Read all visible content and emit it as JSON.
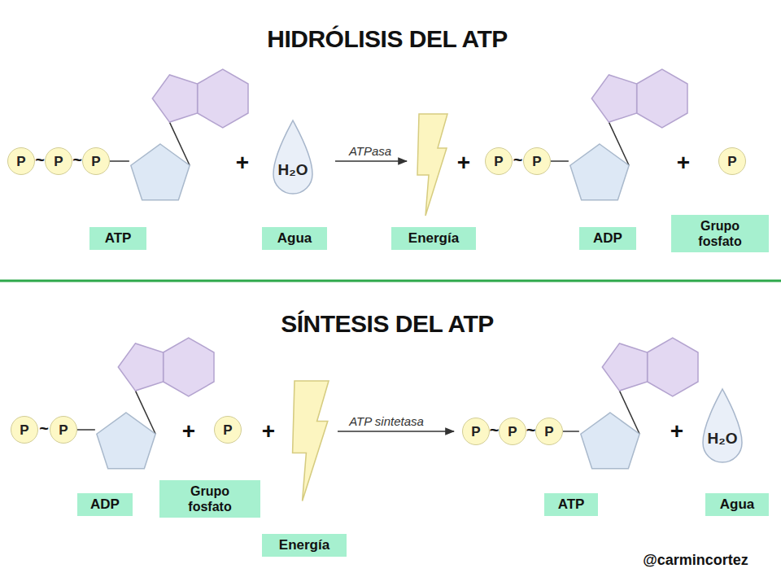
{
  "diagram": {
    "title": "HIDRÓLISIS DEL ATP",
    "nodes": [
      {
        "text": [
          "P"
        ]
      },
      {
        "text": [
          "P"
        ]
      },
      {
        "text": [
          "P"
        ]
      },
      {
        "text": [
          "H₂O"
        ]
      },
      {
        "text": [
          "P"
        ]
      },
      {
        "text": [
          "P"
        ]
      },
      {
        "text": [
          "P"
        ]
      },
      {
        "text": [
          "ATP"
        ]
      },
      {
        "text": [
          "Agua"
        ]
      },
      {
        "text": [
          "Energía"
        ]
      },
      {
        "text": [
          "ADP"
        ]
      },
      {
        "text": [
          "Grupo fosfato"
        ]
      },
      {
        "text": [
          "P"
        ]
      },
      {
        "text": [
          "P"
        ]
      },
      {
        "text": [
          "P"
        ]
      },
      {
        "text": [
          "P"
        ]
      },
      {
        "text": [
          "P"
        ]
      },
      {
        "text": [
          "P"
        ]
      },
      {
        "text": [
          "H₂O"
        ]
      },
      {
        "text": [
          "ADP"
        ]
      },
      {
        "text": [
          "Grupo fosfato"
        ]
      },
      {
        "text": [
          "Energía"
        ]
      },
      {
        "text": [
          "ATP"
        ]
      },
      {
        "text": [
          "Agua"
        ]
      }
    ],
    "labels": [
      "SÍNTESIS DEL ATP",
      "~",
      "~",
      "+",
      "ATPasa",
      "+",
      "~",
      "+",
      "~",
      "+",
      "+",
      "ATP sintetasa",
      "~",
      "~",
      "+",
      "@carmincortez"
    ]
  }
}
